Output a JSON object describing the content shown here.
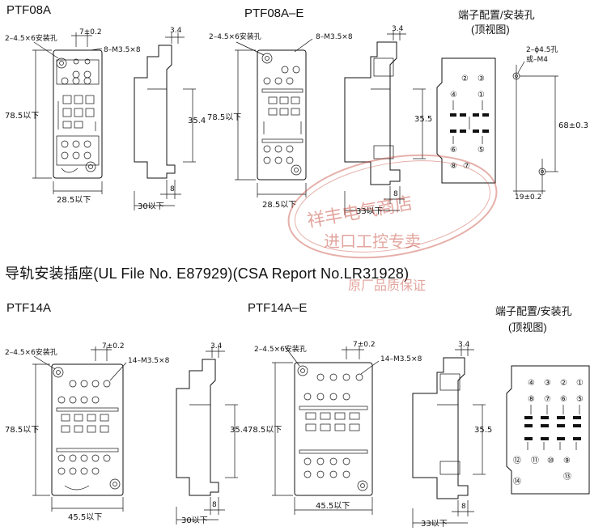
{
  "top_section": {
    "ptf08a": {
      "title": "PTF08A",
      "hole_label": "2–4.5×6安装孔",
      "pitch_label": "7±0.2",
      "screw_label": "8–M3.5×8",
      "height_label": "78.5以下",
      "width_label": "28.5以下"
    },
    "ptf08a_side": {
      "top_label": "3.4",
      "mid_label": "35.4",
      "bottom_label": "8",
      "depth_label": "30以下"
    },
    "ptf08a_e": {
      "title": "PTF08A–E",
      "hole_label": "2–4.5×6安装孔",
      "screw_label": "8–M3.5×8",
      "height_label": "78.5以下",
      "width_label": "28.5以下"
    },
    "ptf08a_e_side": {
      "top_label": "3.4",
      "mid_label": "35.5",
      "bottom_label": "8",
      "depth_label": "33以下"
    },
    "terminal_8": {
      "title": "端子配置/安装孔",
      "subtitle": "(顶视图)",
      "hole_label_1": "2–ϕ4.5孔",
      "hole_label_2": "或–M4",
      "pitch_label": "68±0.3",
      "width_label": "19±0.2",
      "pins": [
        "②",
        "③",
        "④",
        "①",
        "⑥",
        "⑤",
        "⑧",
        "⑦"
      ]
    }
  },
  "heading": "导轨安装插座(UL File No. E87929)(CSA Report No.LR31928)",
  "watermark": {
    "line1": "祥丰电气商店",
    "line2": "进口工控专卖",
    "line3": "原厂品质保证"
  },
  "bottom_section": {
    "ptf14a": {
      "title": "PTF14A",
      "hole_label": "2–4.5×6安装孔",
      "pitch_label": "7±0.2",
      "screw_label": "14–M3.5×8",
      "height_label": "78.5以下",
      "width_label": "45.5以下"
    },
    "ptf14a_side": {
      "top_label": "3.4",
      "mid_label": "35.4",
      "bottom_label": "8",
      "depth_label": "30以下"
    },
    "ptf14a_e": {
      "title": "PTF14A–E",
      "hole_label": "2–4.5×6安装孔",
      "pitch_label": "7±0.2",
      "screw_label": "14–M3.5×8",
      "height_label": "78.5以下",
      "width_label": "45.5以下"
    },
    "ptf14a_e_side": {
      "top_label": "3.4",
      "mid_label": "35.5",
      "bottom_label": "8",
      "depth_label": "33以下"
    },
    "terminal_14": {
      "title": "端子配置/安装孔",
      "subtitle": "(顶视图)",
      "pins_row1": [
        "④",
        "③",
        "②",
        "①"
      ],
      "pins_row2": [
        "⑧",
        "⑦",
        "⑥",
        "⑤"
      ],
      "pins_row3": [
        "⑫",
        "⑪",
        "⑩",
        "⑨"
      ],
      "pins_row4": [
        "⑭",
        "⑬"
      ]
    }
  }
}
